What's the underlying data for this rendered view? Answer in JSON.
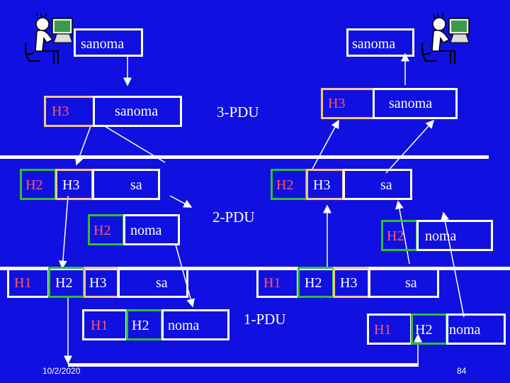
{
  "app": {
    "sender_app": "sanoma",
    "receiver_app": "sanoma"
  },
  "layer3": {
    "left": {
      "header": "H3",
      "payload": "sanoma"
    },
    "right": {
      "header": "H3",
      "payload": "sanoma"
    },
    "pdu_label": "3-PDU"
  },
  "layer2": {
    "left": {
      "h2": "H2",
      "h3": "H3",
      "payload": "sa"
    },
    "left_frag": {
      "h2": "H2",
      "payload": "noma"
    },
    "right": {
      "h2": "H2",
      "h3": "H3",
      "payload": "sa"
    },
    "right_frag": {
      "h2": "H2",
      "payload": "noma"
    },
    "pdu_label": "2-PDU"
  },
  "layer1": {
    "left": {
      "h1": "H1",
      "h2": "H2",
      "h3": "H3",
      "payload": "sa"
    },
    "left_frag": {
      "h1": "H1",
      "h2": "H2",
      "payload": "noma"
    },
    "right": {
      "h1": "H1",
      "h2": "H2",
      "h3": "H3",
      "payload": "sa"
    },
    "right_frag": {
      "h1": "H1",
      "h2": "H2",
      "payload": "noma"
    },
    "pdu_label": "1-PDU"
  },
  "footer": {
    "date": "10/2/2020",
    "page": "84"
  },
  "colors": {
    "background": "#1010e0",
    "white_border": "#ffffff",
    "orange_border": "#f5c68a",
    "green_border": "#30c030",
    "header_text": "#ff5a5a"
  },
  "icons": [
    "person-at-computer-icon"
  ]
}
